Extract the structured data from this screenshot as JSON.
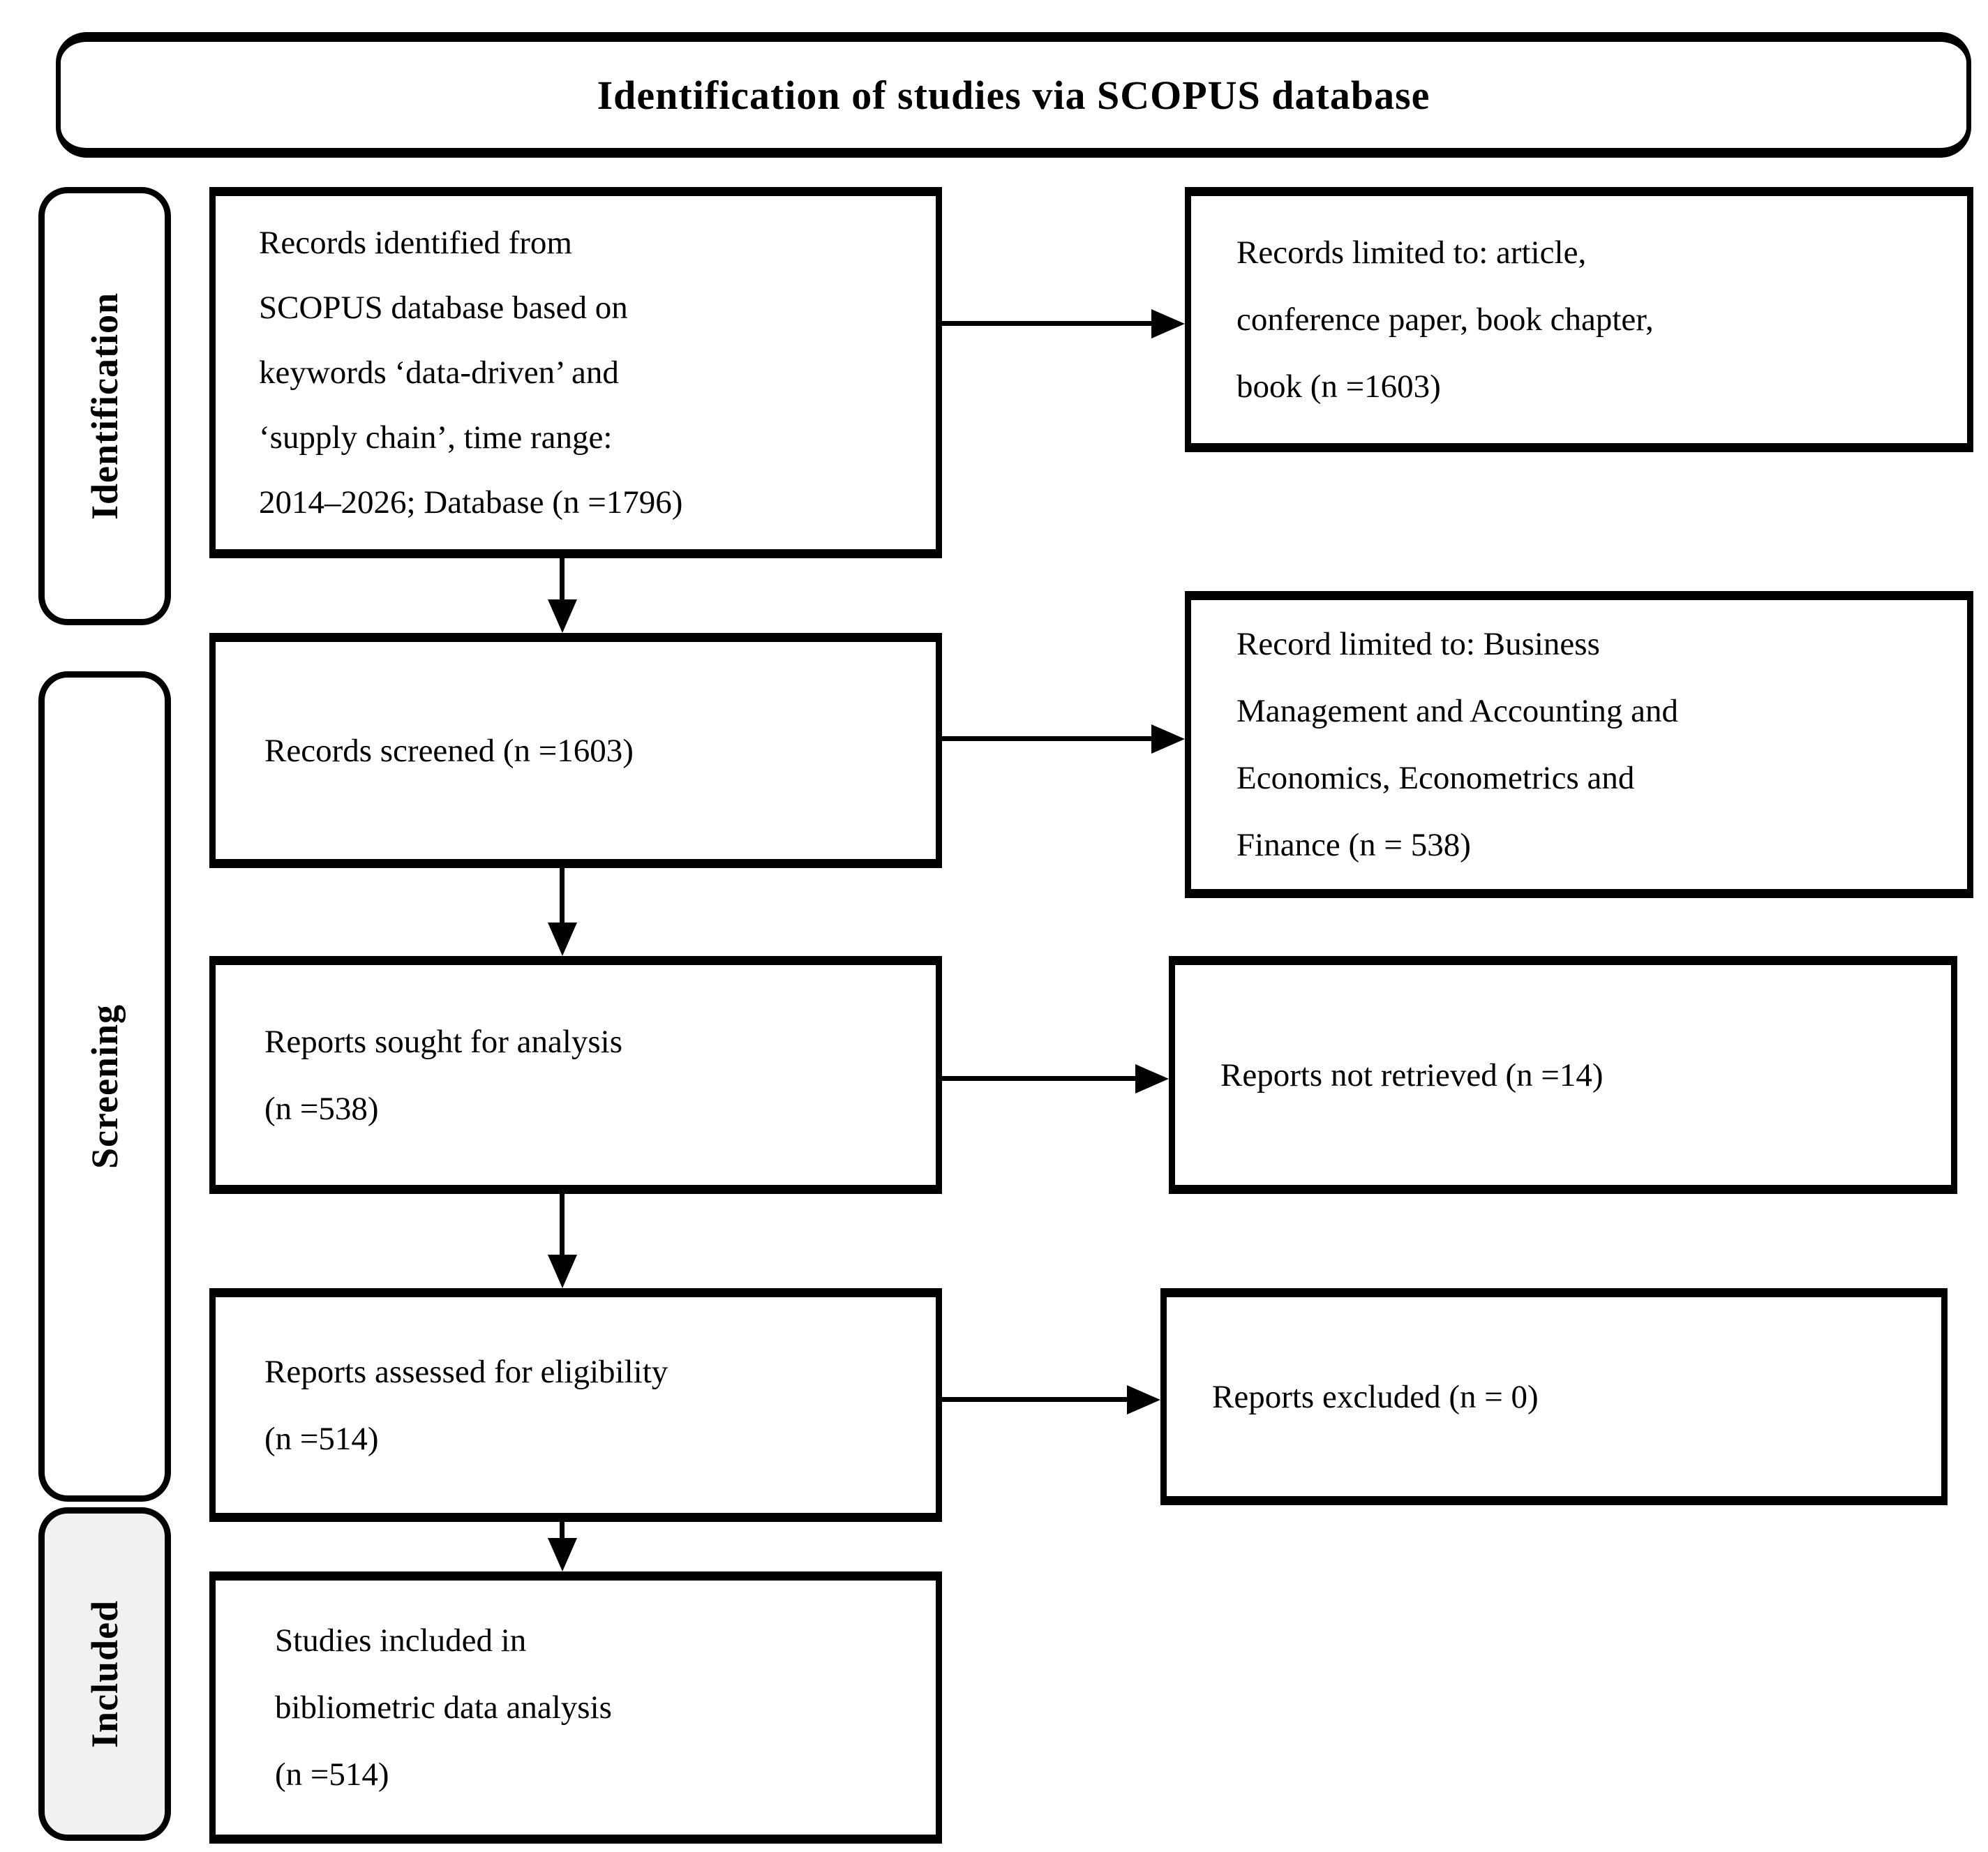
{
  "diagram": {
    "title": "Identification of studies via SCOPUS database",
    "stages": {
      "identification": "Identification",
      "screening": "Screening",
      "included": "Included"
    },
    "boxes": {
      "records_identified": {
        "lines": [
          "Records identified from",
          "SCOPUS database based on",
          "keywords ‘data-driven’ and",
          "‘supply chain’, time range:",
          "2014–2026; Database (n =1796)"
        ]
      },
      "records_limited": {
        "lines": [
          "Records limited to: article,",
          "conference paper, book chapter,",
          "book (n =1603)"
        ]
      },
      "records_screened": {
        "lines": [
          "Records screened (n =1603)"
        ]
      },
      "record_limited_subject": {
        "lines": [
          "Record limited to: Business",
          "Management and Accounting and",
          "Economics, Econometrics and",
          "Finance (n = 538)"
        ]
      },
      "reports_sought": {
        "lines": [
          "Reports sought for analysis",
          "(n =538)"
        ]
      },
      "reports_not_retrieved": {
        "lines": [
          "Reports not retrieved (n =14)"
        ]
      },
      "reports_assessed": {
        "lines": [
          "Reports assessed for eligibility",
          "(n =514)"
        ]
      },
      "reports_excluded": {
        "lines": [
          "Reports excluded (n = 0)"
        ]
      },
      "studies_included": {
        "lines": [
          "Studies included in",
          "bibliometric data analysis",
          "(n =514)"
        ]
      }
    },
    "colors": {
      "border": "#000000",
      "background": "#ffffff",
      "included_stage_fill": "#f1f1f1"
    }
  }
}
